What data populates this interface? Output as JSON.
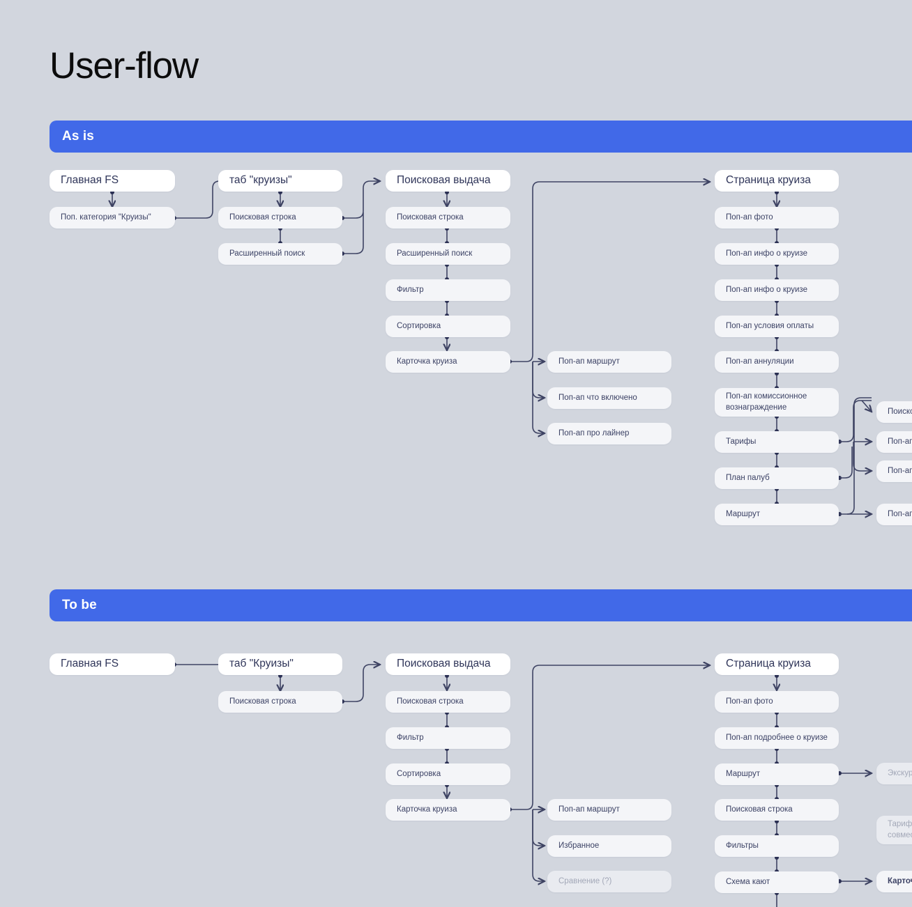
{
  "page": {
    "title": "User-flow",
    "background": "#d2d6de",
    "accent": "#4169e8"
  },
  "sections": [
    {
      "id": "as-is",
      "label": "As is"
    },
    {
      "id": "to-be",
      "label": "To be"
    }
  ],
  "as_is": {
    "col1": [
      {
        "label": "Главная FS"
      },
      {
        "label": "Поп. категория \"Круизы\""
      }
    ],
    "col2": [
      {
        "label": "таб \"круизы\""
      },
      {
        "label": "Поисковая строка"
      },
      {
        "label": "Расширенный  поиск"
      }
    ],
    "col3": [
      {
        "label": "Поисковая выдача"
      },
      {
        "label": "Поисковая строка"
      },
      {
        "label": "Расширенный поиск"
      },
      {
        "label": "Фильтр"
      },
      {
        "label": "Сортировка"
      },
      {
        "label": "Карточка круиза"
      }
    ],
    "col4": [
      {
        "label": "Поп-ап маршрут"
      },
      {
        "label": "Поп-ап что включено"
      },
      {
        "label": "Поп-ап про лайнер"
      }
    ],
    "col5": [
      {
        "label": "Страница круиза"
      },
      {
        "label": "Поп-ап фото"
      },
      {
        "label": "Поп-ап инфо о круизе"
      },
      {
        "label": "Поп-ап инфо о круизе"
      },
      {
        "label": "Поп-ап условия оплаты"
      },
      {
        "label": "Поп-ап аннуляции"
      },
      {
        "label": "Поп-ап комиссионное\nвознаграждение"
      },
      {
        "label": "Тарифы"
      },
      {
        "label": "План палуб"
      },
      {
        "label": "Маршрут"
      }
    ],
    "col6": [
      {
        "label": "Поискова"
      },
      {
        "label": "Поп-ап \"в"
      },
      {
        "label": "Поп-ап фо"
      },
      {
        "label": "Поп-ап ка"
      }
    ]
  },
  "to_be": {
    "col1": [
      {
        "label": "Главная FS"
      }
    ],
    "col2": [
      {
        "label": "таб  \"Круизы\""
      },
      {
        "label": "Поисковая строка"
      }
    ],
    "col3": [
      {
        "label": "Поисковая выдача"
      },
      {
        "label": "Поисковая строка"
      },
      {
        "label": "Фильтр"
      },
      {
        "label": "Сортировка"
      },
      {
        "label": "Карточка круиза"
      }
    ],
    "col4": [
      {
        "label": "Поп-ап маршрут"
      },
      {
        "label": "Избранное"
      },
      {
        "label": "Сравнение (?)"
      }
    ],
    "col5": [
      {
        "label": "Страница круиза"
      },
      {
        "label": "Поп-ап фото"
      },
      {
        "label": "Поп-ап подробнее о круизе"
      },
      {
        "label": "Маршрут"
      },
      {
        "label": "Поисковая строка"
      },
      {
        "label": "Фильтры"
      },
      {
        "label": "Схема кают"
      }
    ],
    "col6": [
      {
        "label": "Экскурсии"
      },
      {
        "label": "Тарифы (?\nсовместит"
      },
      {
        "label": "Карточка"
      }
    ]
  }
}
